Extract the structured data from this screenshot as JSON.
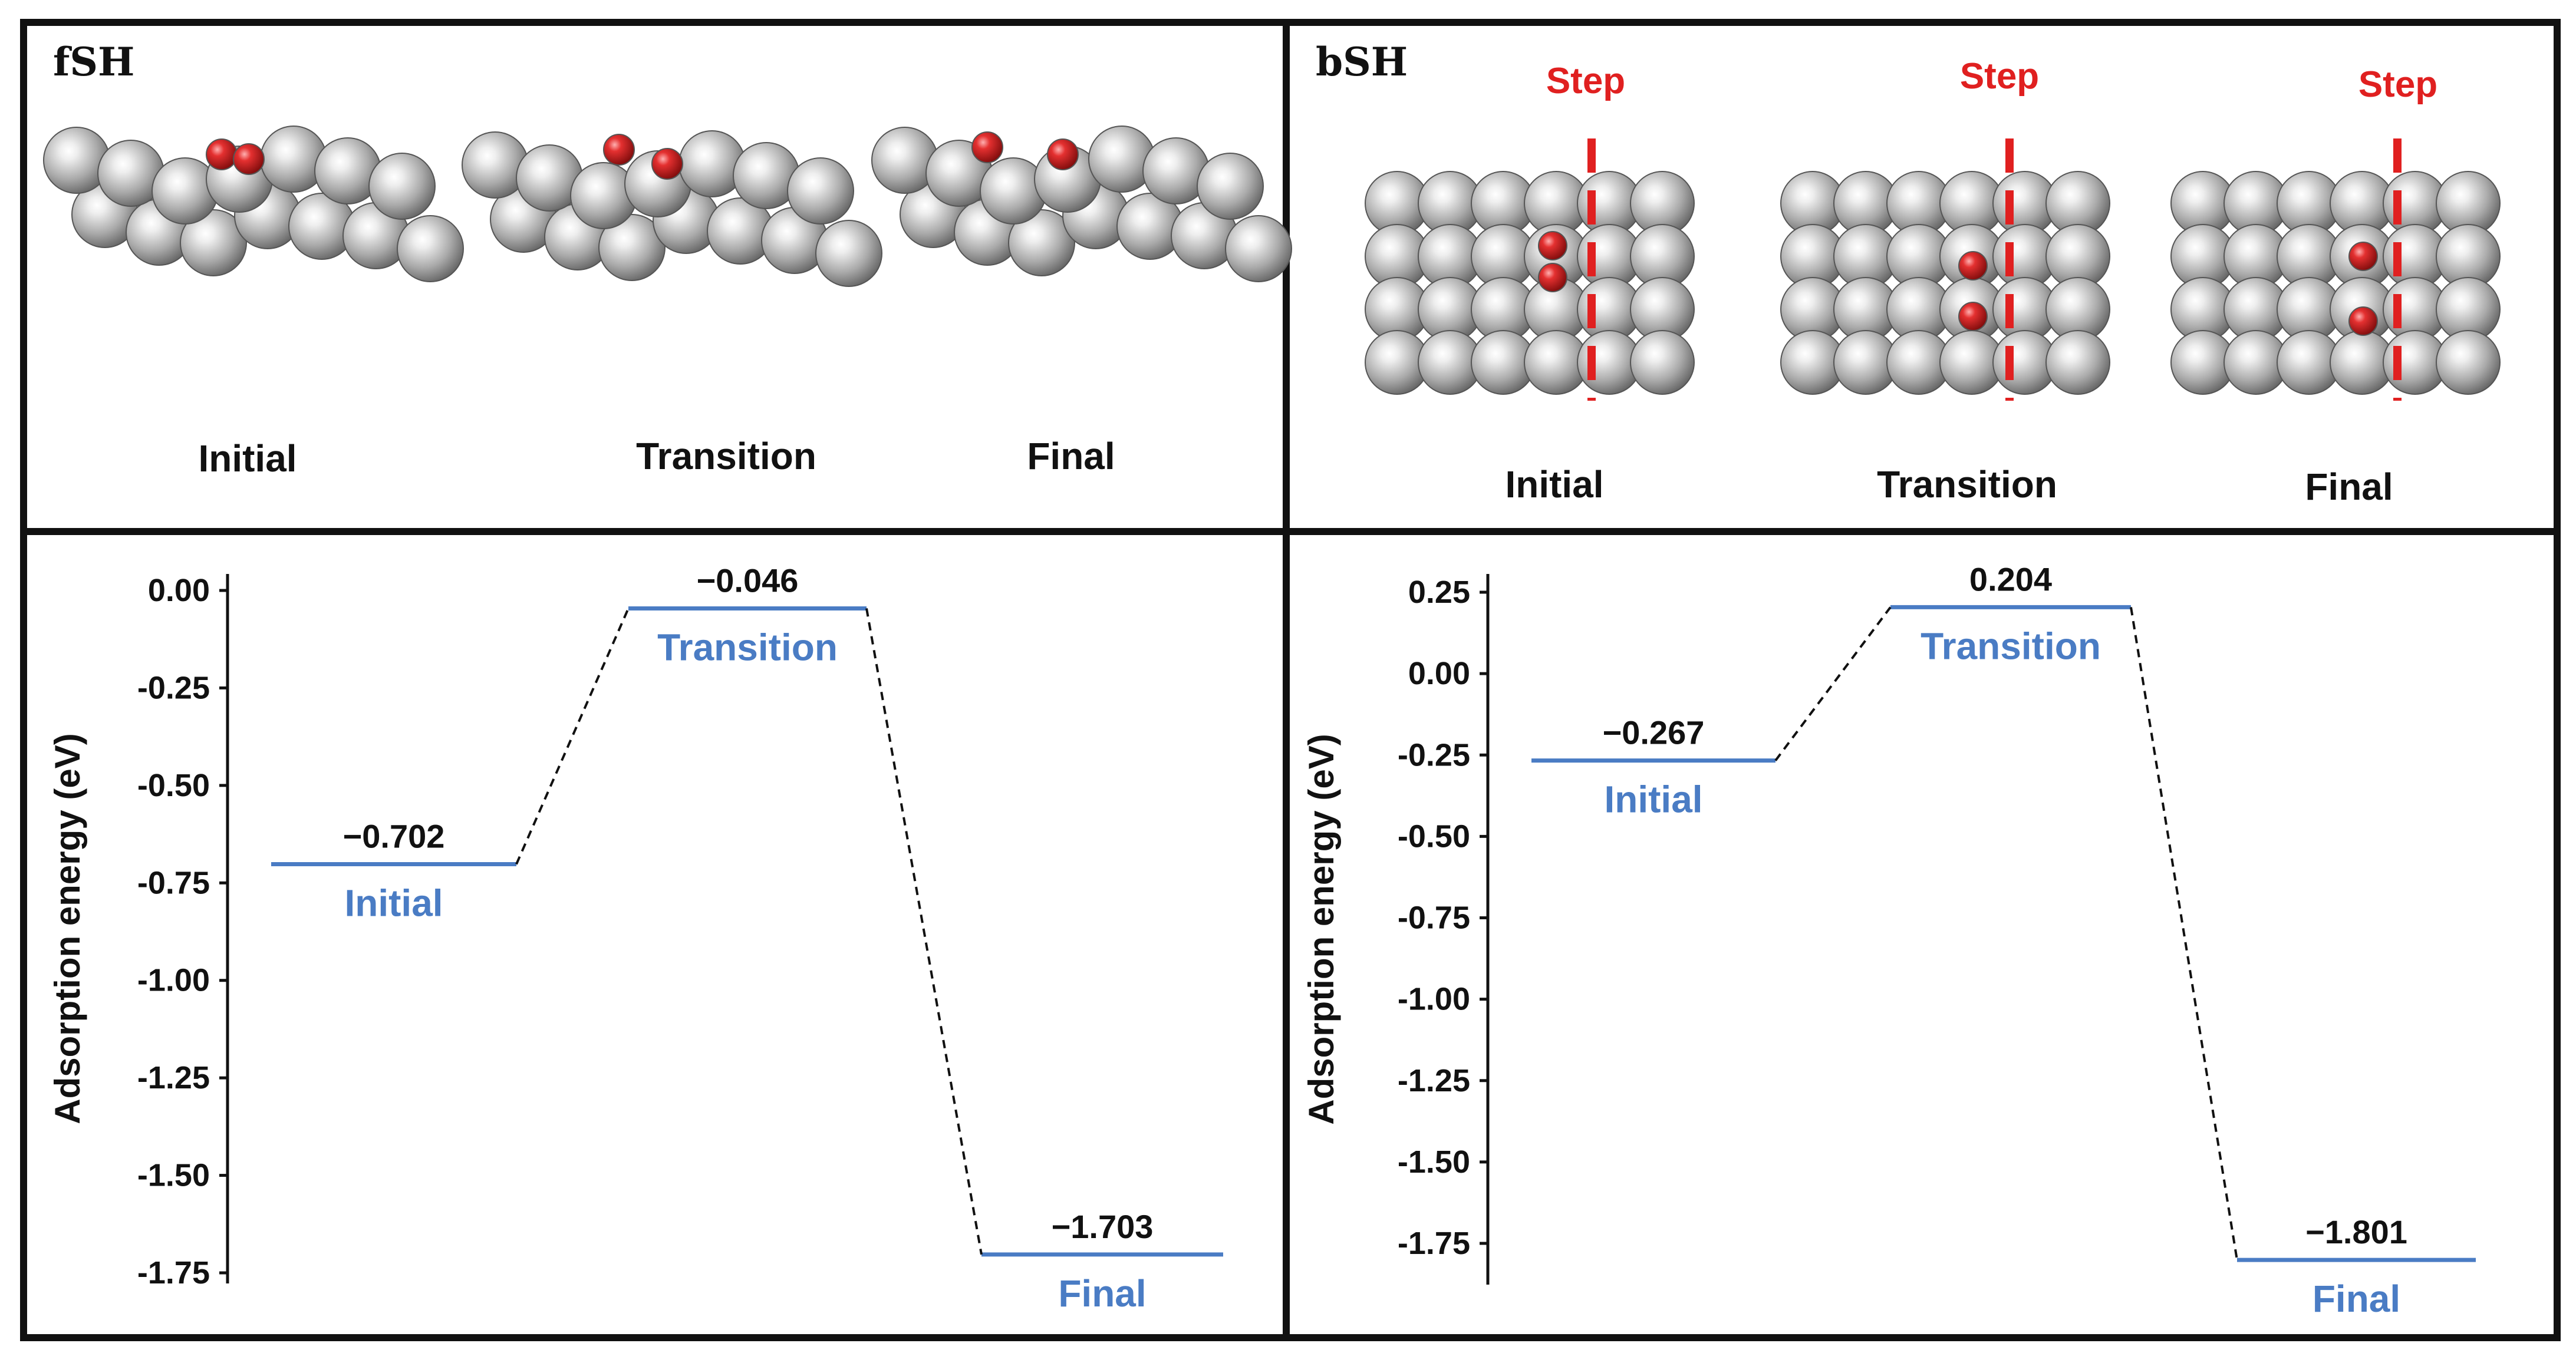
{
  "colors": {
    "frame": "#111111",
    "level": "#4a7cc4",
    "level_label": "#4a7cc4",
    "step_marker": "#e02020",
    "atom_metal": "#b4b4b4",
    "atom_adsorbate": "#d42020",
    "connector": "#111111"
  },
  "panels": {
    "left": {
      "title": "fSH",
      "structure_labels": [
        "Initial",
        "Transition",
        "Final"
      ]
    },
    "right": {
      "title": "bSH",
      "step_label": "Step",
      "structure_labels": [
        "Initial",
        "Transition",
        "Final"
      ]
    }
  },
  "chart_data": [
    {
      "type": "energy_diagram",
      "ylabel": "Adsorption energy  (eV)",
      "ylim": [
        -1.75,
        0.0
      ],
      "yticks": [
        "0.00",
        "-0.25",
        "-0.50",
        "-0.75",
        "-1.00",
        "-1.25",
        "-1.50",
        "-1.75"
      ],
      "ytick_values": [
        0.0,
        -0.25,
        -0.5,
        -0.75,
        -1.0,
        -1.25,
        -1.5,
        -1.75
      ],
      "states": [
        {
          "name": "Initial",
          "value": -0.702,
          "value_label": "−0.702"
        },
        {
          "name": "Transition",
          "value": -0.046,
          "value_label": "−0.046"
        },
        {
          "name": "Final",
          "value": -1.703,
          "value_label": "−1.703"
        }
      ]
    },
    {
      "type": "energy_diagram",
      "ylabel": "Adsorption energy  (eV)",
      "ylim": [
        -1.75,
        0.25
      ],
      "yticks": [
        "0.25",
        "0.00",
        "-0.25",
        "-0.50",
        "-0.75",
        "-1.00",
        "-1.25",
        "-1.50",
        "-1.75"
      ],
      "ytick_values": [
        0.25,
        0.0,
        -0.25,
        -0.5,
        -0.75,
        -1.0,
        -1.25,
        -1.5,
        -1.75
      ],
      "states": [
        {
          "name": "Initial",
          "value": -0.267,
          "value_label": "−0.267"
        },
        {
          "name": "Transition",
          "value": 0.204,
          "value_label": "0.204"
        },
        {
          "name": "Final",
          "value": -1.801,
          "value_label": "−1.801"
        }
      ]
    }
  ]
}
